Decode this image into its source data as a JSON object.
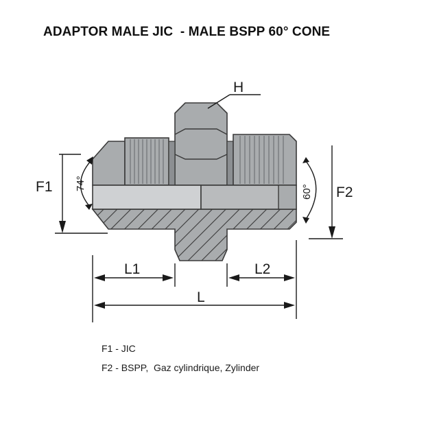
{
  "title": "ADAPTOR MALE JIC  - MALE BSPP 60° CONE",
  "labels": {
    "h": "H",
    "f1": "F1",
    "f2": "F2",
    "l1": "L1",
    "l2": "L2",
    "l": "L",
    "angle_left": "74°",
    "angle_right": "60°"
  },
  "legend": [
    "F1 - JIC",
    "F2 - BSPP,  Gaz cylindrique, Zylinder"
  ],
  "colors": {
    "steel": "#a9acae",
    "steel_dark": "#8c8f92",
    "outline": "#3a3a3a",
    "bore": "#cfd1d3",
    "dimension": "#1a1a1a"
  }
}
